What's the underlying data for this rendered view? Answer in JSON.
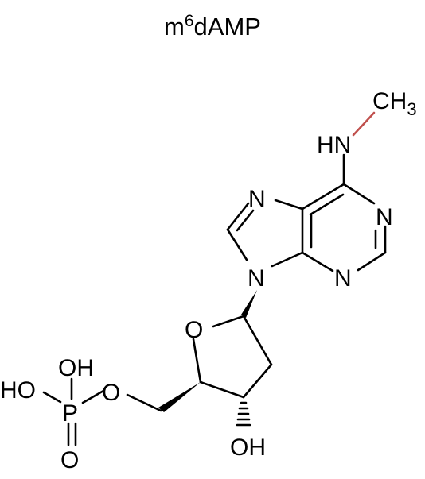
{
  "title": {
    "base": "m",
    "superscript": "6",
    "rest": "dAMP"
  },
  "atoms": {
    "methyl": "CH",
    "methyl_subscript": "3",
    "nh": "HN",
    "n7": "N",
    "n1": "N",
    "n9": "N",
    "n3": "N",
    "ring_o": "O",
    "oh_3": "OH",
    "ester_o": "O",
    "p": "P",
    "p_oh_top": "OH",
    "p_oh_left": "HO",
    "p_oxo": "O"
  },
  "colors": {
    "methyl": "#c0504d",
    "bond": "#000000"
  }
}
